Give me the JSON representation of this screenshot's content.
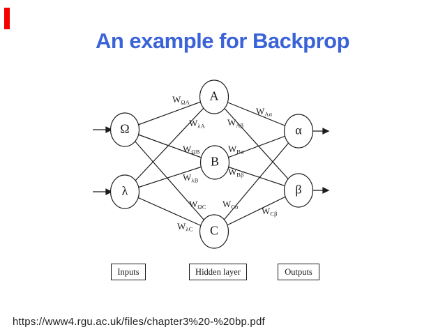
{
  "title": {
    "text": "An example for Backprop",
    "color": "#3b63d8"
  },
  "accent": {
    "red_bar_color": "#f40000"
  },
  "diagram": {
    "nodes": {
      "omega": {
        "label": "Ω",
        "role": "input"
      },
      "lambda": {
        "label": "λ",
        "role": "input"
      },
      "a": {
        "label": "A",
        "role": "hidden"
      },
      "b": {
        "label": "B",
        "role": "hidden"
      },
      "c": {
        "label": "C",
        "role": "hidden"
      },
      "alpha": {
        "label": "α",
        "role": "output"
      },
      "beta": {
        "label": "β",
        "role": "output"
      }
    },
    "weights": [
      {
        "main": "W",
        "sub": "ΩA"
      },
      {
        "main": "W",
        "sub": "λA"
      },
      {
        "main": "W",
        "sub": "Aα"
      },
      {
        "main": "W",
        "sub": "Aβ"
      },
      {
        "main": "W",
        "sub": "ΩB"
      },
      {
        "main": "W",
        "sub": "Bα"
      },
      {
        "main": "W",
        "sub": "Bβ"
      },
      {
        "main": "W",
        "sub": "λB"
      },
      {
        "main": "W",
        "sub": "ΩC"
      },
      {
        "main": "W",
        "sub": "Cα"
      },
      {
        "main": "W",
        "sub": "Cβ"
      },
      {
        "main": "W",
        "sub": "λC"
      }
    ],
    "legend": {
      "inputs": "Inputs",
      "hidden": "Hidden layer",
      "outputs": "Outputs"
    }
  },
  "footer": {
    "url": "https://www4.rgu.ac.uk/files/chapter3%20-%20bp.pdf"
  }
}
